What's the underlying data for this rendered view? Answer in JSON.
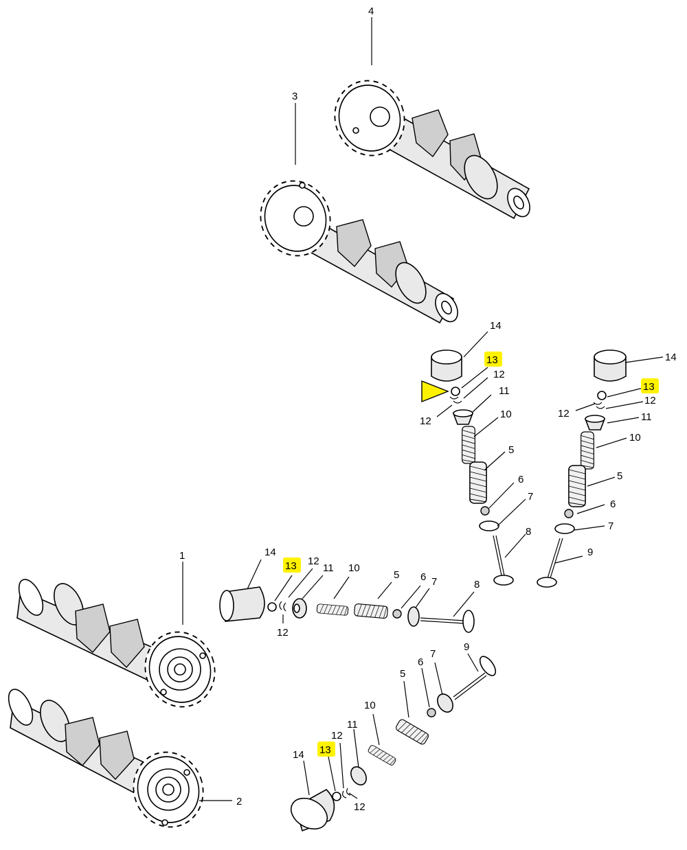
{
  "diagram": {
    "callouts": [
      {
        "id": "c4",
        "text": "4",
        "highlight": false
      },
      {
        "id": "c3",
        "text": "3",
        "highlight": false
      },
      {
        "id": "c1",
        "text": "1",
        "highlight": false
      },
      {
        "id": "c2",
        "text": "2",
        "highlight": false
      },
      {
        "id": "a14",
        "text": "14",
        "highlight": false
      },
      {
        "id": "a13",
        "text": "13",
        "highlight": true
      },
      {
        "id": "a12a",
        "text": "12",
        "highlight": false
      },
      {
        "id": "a12b",
        "text": "12",
        "highlight": false
      },
      {
        "id": "a11",
        "text": "11",
        "highlight": false
      },
      {
        "id": "a10",
        "text": "10",
        "highlight": false
      },
      {
        "id": "a5",
        "text": "5",
        "highlight": false
      },
      {
        "id": "a6",
        "text": "6",
        "highlight": false
      },
      {
        "id": "a7",
        "text": "7",
        "highlight": false
      },
      {
        "id": "a8",
        "text": "8",
        "highlight": false
      },
      {
        "id": "b14",
        "text": "14",
        "highlight": false
      },
      {
        "id": "b13",
        "text": "13",
        "highlight": true
      },
      {
        "id": "b12a",
        "text": "12",
        "highlight": false
      },
      {
        "id": "b12b",
        "text": "12",
        "highlight": false
      },
      {
        "id": "b11",
        "text": "11",
        "highlight": false
      },
      {
        "id": "b10",
        "text": "10",
        "highlight": false
      },
      {
        "id": "b5",
        "text": "5",
        "highlight": false
      },
      {
        "id": "b6",
        "text": "6",
        "highlight": false
      },
      {
        "id": "b7",
        "text": "7",
        "highlight": false
      },
      {
        "id": "b9",
        "text": "9",
        "highlight": false
      },
      {
        "id": "m14",
        "text": "14",
        "highlight": false
      },
      {
        "id": "m13",
        "text": "13",
        "highlight": true
      },
      {
        "id": "m12a",
        "text": "12",
        "highlight": false
      },
      {
        "id": "m12b",
        "text": "12",
        "highlight": false
      },
      {
        "id": "m11",
        "text": "11",
        "highlight": false
      },
      {
        "id": "m10",
        "text": "10",
        "highlight": false
      },
      {
        "id": "m5",
        "text": "5",
        "highlight": false
      },
      {
        "id": "m6",
        "text": "6",
        "highlight": false
      },
      {
        "id": "m7",
        "text": "7",
        "highlight": false
      },
      {
        "id": "m8",
        "text": "8",
        "highlight": false
      },
      {
        "id": "l14",
        "text": "14",
        "highlight": false
      },
      {
        "id": "l13",
        "text": "13",
        "highlight": true
      },
      {
        "id": "l12a",
        "text": "12",
        "highlight": false
      },
      {
        "id": "l12b",
        "text": "12",
        "highlight": false
      },
      {
        "id": "l11",
        "text": "11",
        "highlight": false
      },
      {
        "id": "l10",
        "text": "10",
        "highlight": false
      },
      {
        "id": "l5",
        "text": "5",
        "highlight": false
      },
      {
        "id": "l6",
        "text": "6",
        "highlight": false
      },
      {
        "id": "l7",
        "text": "7",
        "highlight": false
      },
      {
        "id": "l9",
        "text": "9",
        "highlight": false
      }
    ],
    "colors": {
      "highlight": "#fff200",
      "pointer": "#fff200",
      "line": "#000000"
    }
  }
}
